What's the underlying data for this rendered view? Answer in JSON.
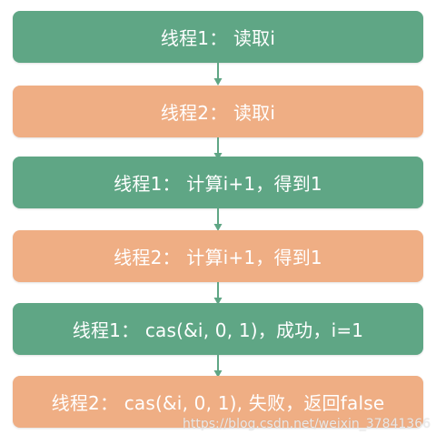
{
  "diagram": {
    "steps": [
      {
        "label": "线程1： 读取i",
        "color": "#5fa685"
      },
      {
        "label": "线程2： 读取i",
        "color": "#efae84"
      },
      {
        "label": "线程1： 计算i+1，得到1",
        "color": "#5fa685"
      },
      {
        "label": "线程2： 计算i+1，得到1",
        "color": "#efae84"
      },
      {
        "label": "线程1： cas(&i, 0, 1)，成功，i=1",
        "color": "#5fa685"
      },
      {
        "label": "线程2： cas(&i, 0, 1), 失败，返回false",
        "color": "#efae84"
      }
    ],
    "arrow_color": "#5fa685"
  },
  "watermark": "https://blog.csdn.net/weixin_37841366"
}
